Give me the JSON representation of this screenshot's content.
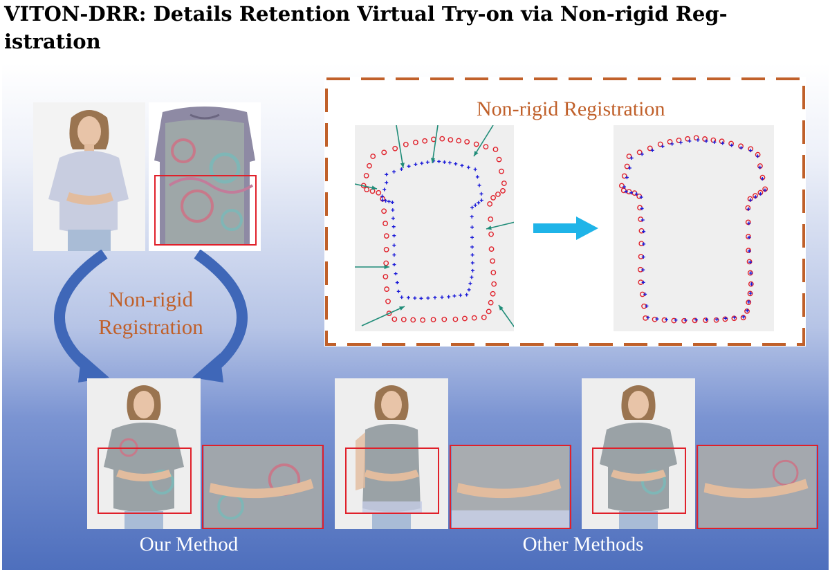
{
  "title": "VITON-DRR: Details Retention Virtual Try-on via Non-rigid Registration",
  "title_line1": "VITON-DRR: Details Retention Virtual Try-on via Non-rigid Reg-",
  "title_line2": "istration",
  "arrow_label_line1": "Non-rigid",
  "arrow_label_line2": "Registration",
  "registration_box_title": "Non-rigid Registration",
  "caption_ours": "Our Method",
  "caption_others": "Other Methods",
  "colors": {
    "label_orange": "#c0602a",
    "dashed_orange": "#c0602a",
    "highlight_red": "#e0202a",
    "curve_arrow_blue": "#3f67b8",
    "cyan_arrow": "#1fb4e8",
    "point_red": "#e0202a",
    "point_blue": "#1a1ad8",
    "arrow_teal": "#1f8c78"
  }
}
